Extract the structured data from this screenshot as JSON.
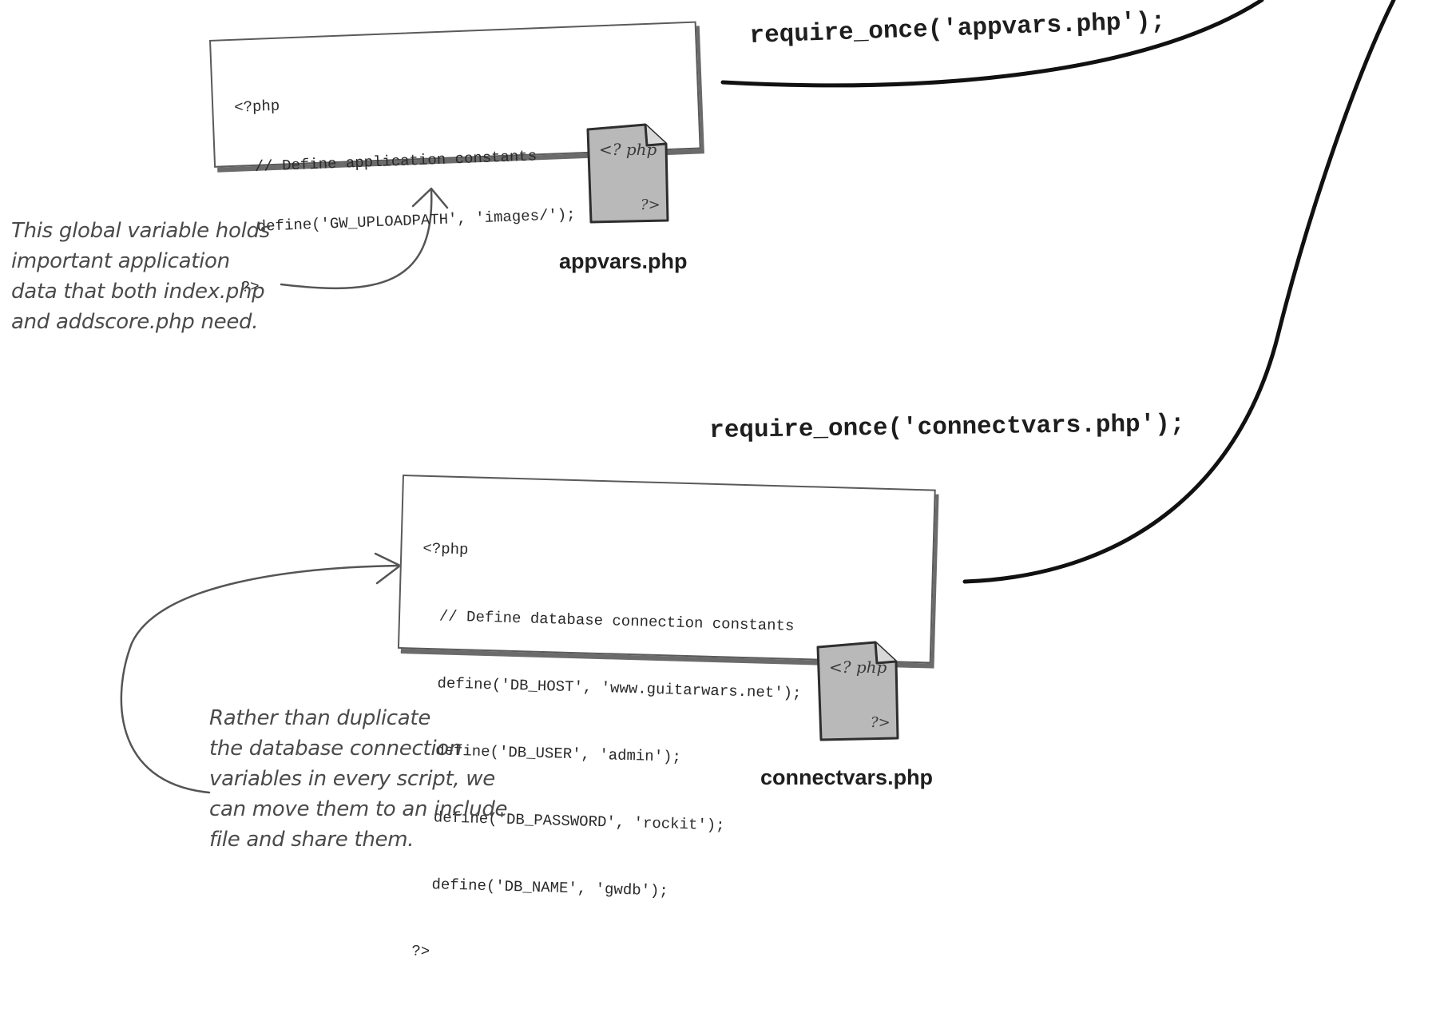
{
  "appvars": {
    "code": [
      "<?php",
      "  // Define application constants",
      "  define('GW_UPLOADPATH', 'images/');",
      "?>"
    ],
    "filename": "appvars.php",
    "require_statement": "require_once('appvars.php');",
    "icon": {
      "name": "php-file-icon",
      "top": "<? php",
      "bottom": "?>"
    }
  },
  "connectvars": {
    "code": [
      "<?php",
      "  // Define database connection constants",
      "  define('DB_HOST', 'www.guitarwars.net');",
      "  define('DB_USER', 'admin');",
      "  define('DB_PASSWORD', 'rockit');",
      "  define('DB_NAME', 'gwdb');",
      "?>"
    ],
    "filename": "connectvars.php",
    "require_statement": "require_once('connectvars.php');",
    "icon": {
      "name": "php-file-icon",
      "top": "<? php",
      "bottom": "?>"
    }
  },
  "annotations": {
    "global_variable": [
      "This global variable holds",
      "important application",
      "data that both index.php",
      "and addscore.php need."
    ],
    "duplicate": [
      "Rather than duplicate",
      "the database connection",
      "variables in every script, we",
      "can move them to an include",
      "file and share them."
    ]
  },
  "colors": {
    "connector_line": "#111111",
    "annotation_arrow": "#555555",
    "icon_fill": "#b9b9b9",
    "icon_stroke": "#2e2e2e"
  }
}
